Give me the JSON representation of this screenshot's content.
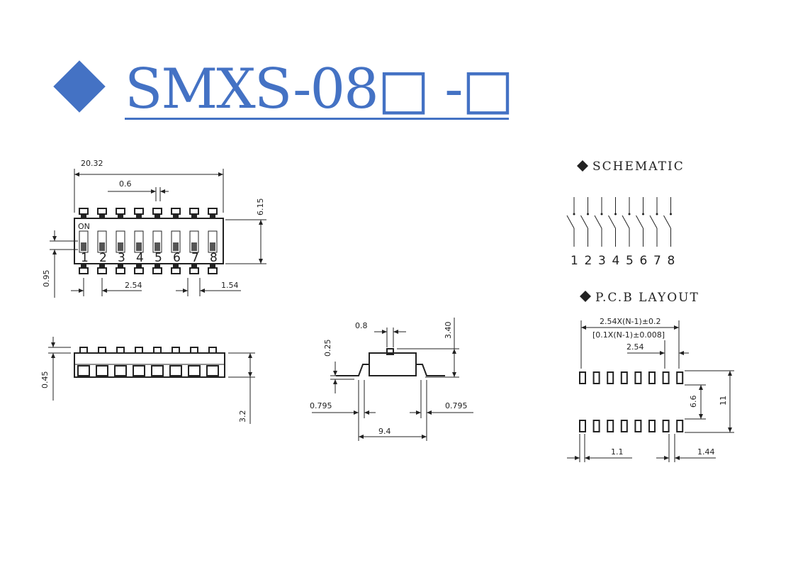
{
  "title": "SMXS-08□ -□",
  "top_view": {
    "dims": {
      "width": "20.32",
      "pitch_gap": "0.6",
      "height": "6.15",
      "offset": "0.95",
      "pitch": "2.54",
      "spacing": "1.54"
    },
    "on_label": "ON",
    "switch_numbers": [
      "1",
      "2",
      "3",
      "4",
      "5",
      "6",
      "7",
      "8"
    ]
  },
  "side_view": {
    "dims": {
      "top": "0.45",
      "height": "3.2"
    }
  },
  "end_view": {
    "dims": {
      "tab": "0.8",
      "gap": "0.25",
      "height": "3.40",
      "lead_left": "0.795",
      "lead_right": "0.795",
      "width": "9.4"
    }
  },
  "schematic": {
    "heading": "SCHEMATIC",
    "numbers": [
      "1",
      "2",
      "3",
      "4",
      "5",
      "6",
      "7",
      "8"
    ]
  },
  "pcb": {
    "heading": "P.C.B LAYOUT",
    "dims": {
      "pitch_formula": "2.54X(N-1)±0.2",
      "pitch_formula_inch": "[0.1X(N-1)±0.008]",
      "pitch": "2.54",
      "row_gap": "6.6",
      "total": "11",
      "pad_width": "1.1",
      "pad_length": "1.44"
    }
  }
}
